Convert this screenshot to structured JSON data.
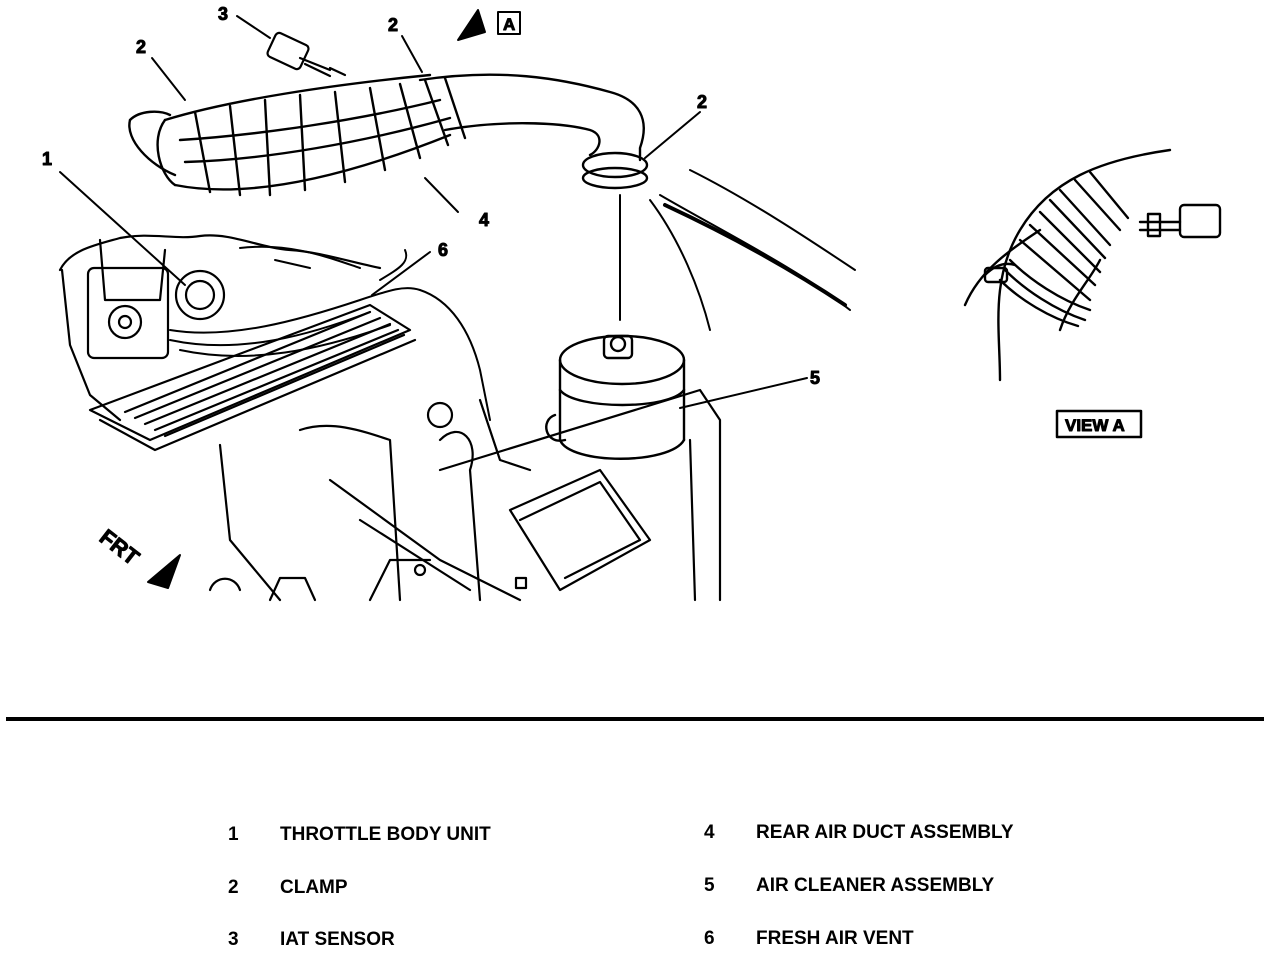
{
  "diagram": {
    "view_marker": "A",
    "view_caption": "VIEW A",
    "front_label": "FRT",
    "callouts": {
      "c1": "1",
      "c2a": "2",
      "c2b": "2",
      "c2c": "2",
      "c3": "3",
      "c4": "4",
      "c5": "5",
      "c6": "6"
    }
  },
  "legend": {
    "items": [
      {
        "number": "1",
        "label": "THROTTLE BODY UNIT"
      },
      {
        "number": "2",
        "label": "CLAMP"
      },
      {
        "number": "3",
        "label": "IAT SENSOR"
      },
      {
        "number": "4",
        "label": "REAR AIR DUCT ASSEMBLY"
      },
      {
        "number": "5",
        "label": "AIR CLEANER ASSEMBLY"
      },
      {
        "number": "6",
        "label": "FRESH AIR VENT"
      }
    ]
  }
}
